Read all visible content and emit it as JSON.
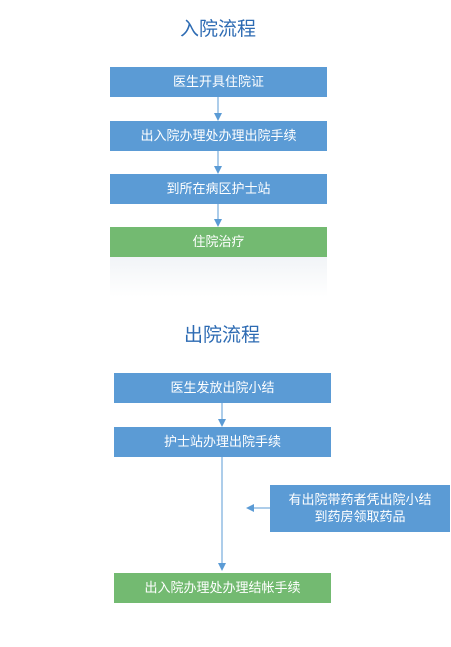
{
  "admission": {
    "title": "入院流程",
    "steps": [
      "医生开具住院证",
      "出入院办理处办理出院手续",
      "到所在病区护士站",
      "住院治疗"
    ]
  },
  "discharge": {
    "title": "出院流程",
    "steps": [
      "医生发放出院小结",
      "护士站办理出院手续",
      "出入院办理处办理结帐手续"
    ],
    "side_note_line1": "有出院带药者凭出院小结",
    "side_note_line2": "到药房领取药品"
  },
  "colors": {
    "title": "#2d6bb3",
    "step_blue": "#5b9bd5",
    "step_green": "#73ba71",
    "arrow": "#5b9bd5"
  }
}
